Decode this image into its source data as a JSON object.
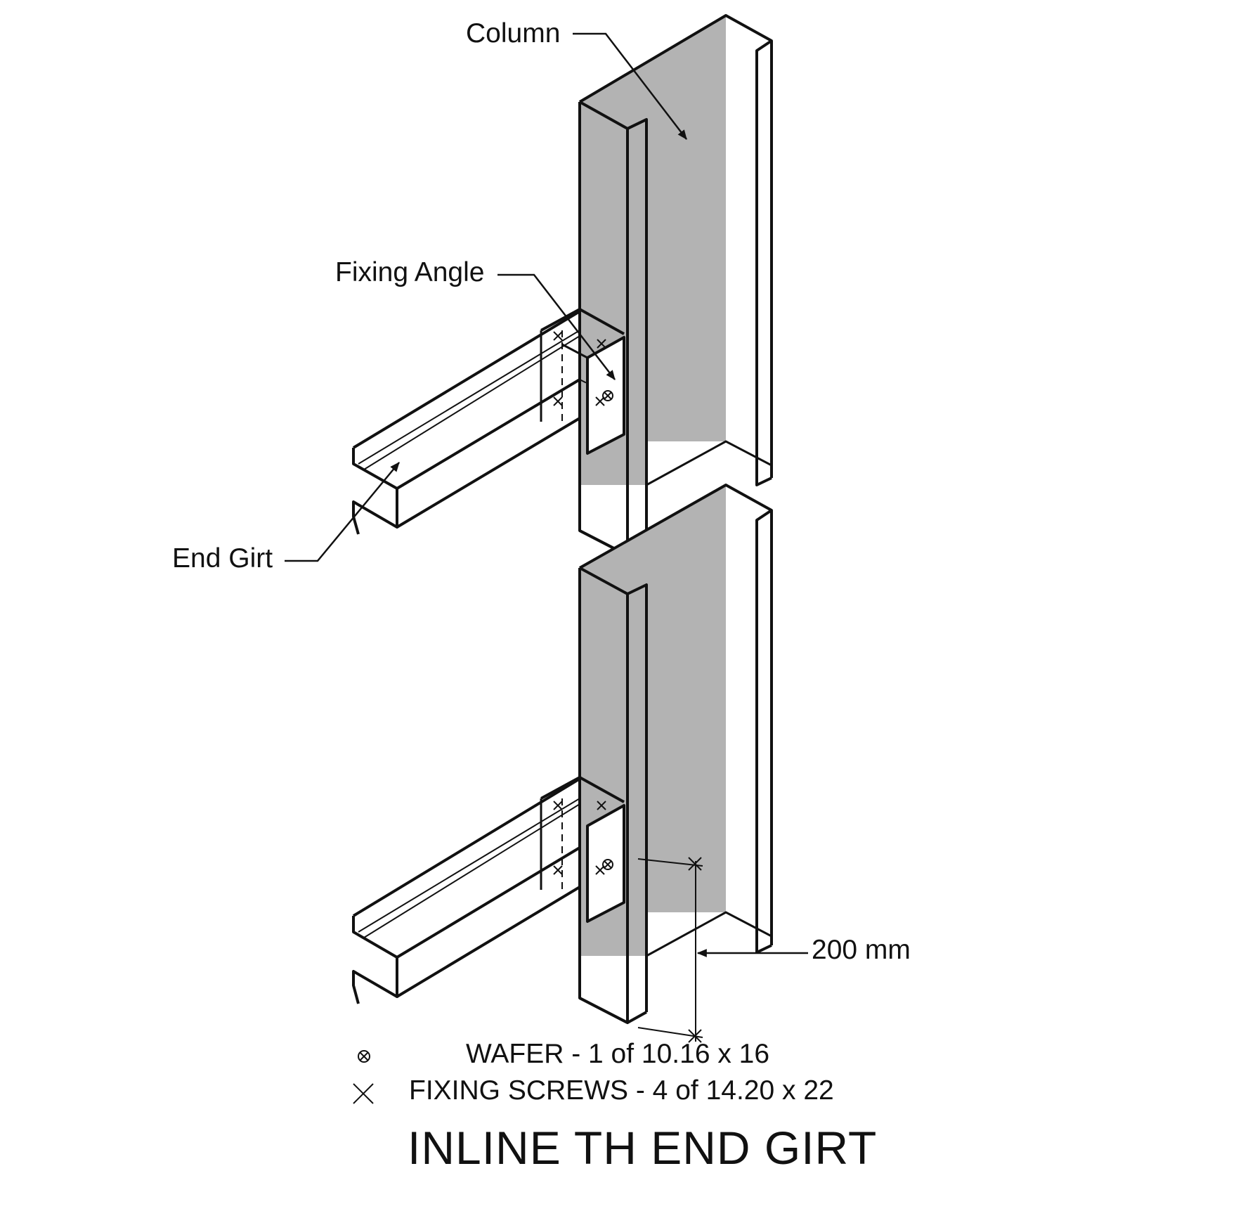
{
  "labels": {
    "column": "Column",
    "fixing_angle": "Fixing Angle",
    "end_girt": "End Girt",
    "dimension": "200 mm"
  },
  "legend": [
    {
      "icon": "wafer-symbol-icon",
      "text": "WAFER - 1 of 10.16 x 16"
    },
    {
      "icon": "fixing-screw-symbol-icon",
      "text": "FIXING SCREWS - 4 of 14.20 x 22"
    }
  ],
  "title": "INLINE TH END GIRT",
  "colors": {
    "line": "#111111",
    "web_fill": "#b3b3b3",
    "background": "#ffffff"
  }
}
